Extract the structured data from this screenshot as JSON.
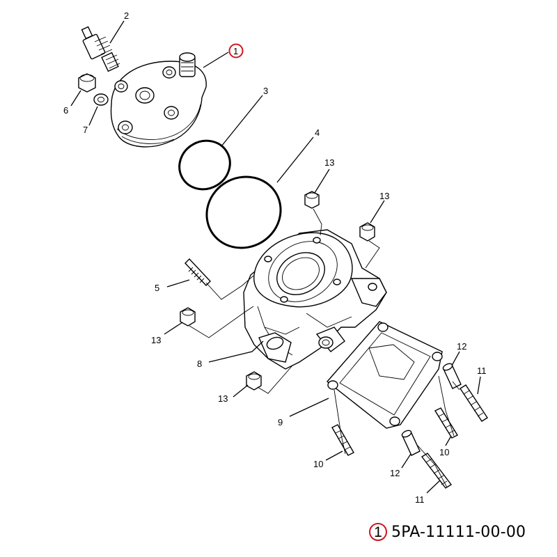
{
  "diagram": {
    "highlight_color": "#d0161e",
    "callouts": {
      "c1": "1",
      "c2": "2",
      "c3": "3",
      "c4": "4",
      "c5": "5",
      "c6": "6",
      "c7": "7",
      "c8": "8",
      "c9": "9",
      "c10a": "10",
      "c10b": "10",
      "c11a": "11",
      "c11b": "11",
      "c12a": "12",
      "c12b": "12",
      "c13a": "13",
      "c13b": "13",
      "c13c": "13",
      "c13d": "13"
    }
  },
  "caption": {
    "index": "1",
    "part_number": "5PA-11111-00-00"
  }
}
